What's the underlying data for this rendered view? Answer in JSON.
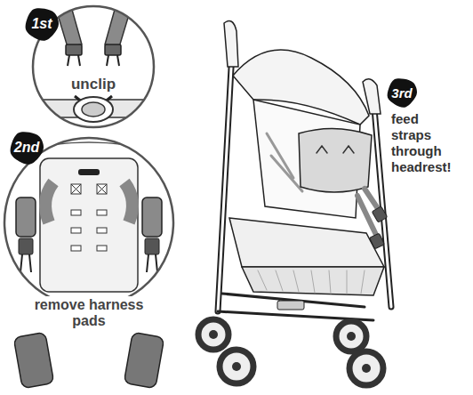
{
  "diagram": {
    "nodes": [
      {
        "text": [
          "1st"
        ]
      },
      {
        "text": [
          "unclip"
        ]
      },
      {
        "text": [
          "2nd"
        ]
      },
      {
        "text": [
          "remove harness pads"
        ]
      },
      {
        "text": [
          "3rd"
        ]
      }
    ],
    "labels": [
      "feed straps through headrest!"
    ]
  }
}
